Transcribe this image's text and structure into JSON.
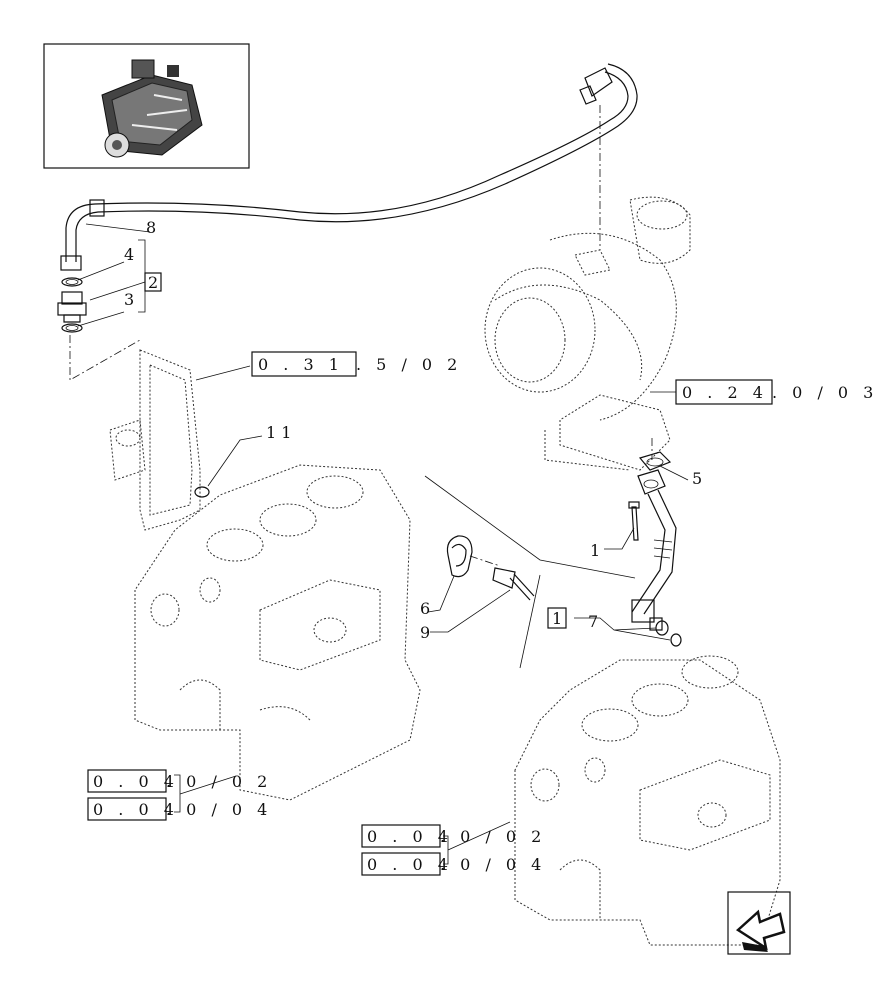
{
  "callouts": {
    "c1": "1",
    "c1b": "1",
    "c2": "2",
    "c3": "3",
    "c4": "4",
    "c5": "5",
    "c6": "6",
    "c7": "7",
    "c8": "8",
    "c9": "9",
    "c11": "1 1"
  },
  "refs": {
    "r031_box": "0 . 3 1",
    "r031_rest": ". 5 / 0 2",
    "r024_box": "0 . 2 4",
    "r024_rest": ". 0 / 0 3",
    "rl1_box": "0 . 0 4",
    "rl1_rest": ". 0 / 0 2",
    "rl2_box": "0 . 0 4",
    "rl2_rest": ". 0 / 0 4",
    "rr1_box": "0 . 0 4",
    "rr1_rest": ". 0 / 0 2",
    "rr2_box": "0 . 0 4",
    "rr2_rest": ". 0 / 0 4"
  },
  "icons": {
    "thumbnail": "engine-thumbnail-icon",
    "nav": "next-page-arrow-icon"
  }
}
